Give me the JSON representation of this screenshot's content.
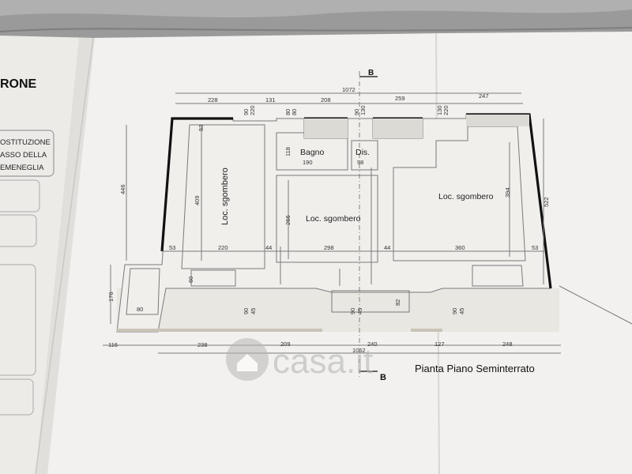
{
  "left_sheet": {
    "title_fragment": "RONE",
    "box_lines": [
      "OSTITUZIONE",
      "ASSO DELLA",
      "EMENEGLIA"
    ]
  },
  "plan": {
    "title": "Pianta Piano Seminterrato",
    "section_marker": "B",
    "rooms": {
      "left": "Loc. sgombero",
      "center": "Loc. sgombero",
      "right": "Loc. sgombero",
      "bath": "Bagno",
      "dis": "Dis."
    },
    "dims": {
      "overall_top": "1072",
      "overall_bottom": "1062",
      "top_row": [
        "228",
        "131",
        "208",
        "259",
        "247"
      ],
      "top_small": [
        "90",
        "220",
        "80",
        "80",
        "90",
        "130",
        "130",
        "220"
      ],
      "bottom_row": [
        "116",
        "238",
        "209",
        "240",
        "127",
        "248"
      ],
      "left_height": "446",
      "left_lower": "176",
      "right_height": "522",
      "room_left_h": "409",
      "room_left_top": "53",
      "room_center_h": "266",
      "room_right_h": "394",
      "bath_h": "118",
      "bath_w": "190",
      "dis_w": "98",
      "mid_row": [
        "53",
        "220",
        "44",
        "298",
        "44",
        "360",
        "53"
      ],
      "lower": [
        "60",
        "80",
        "90",
        "45",
        "90",
        "45",
        "82",
        "90",
        "45"
      ]
    }
  },
  "watermark": {
    "brand": "casa.it"
  }
}
